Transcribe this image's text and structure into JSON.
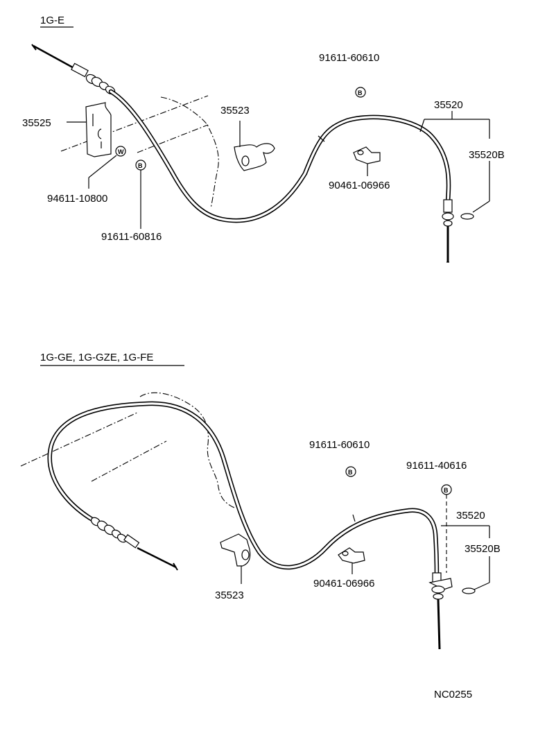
{
  "diagram_code": "NC0255",
  "sections": [
    {
      "title": "1G-E",
      "labels": {
        "p35525": "35525",
        "p35523": "35523",
        "p35520": "35520",
        "p35520B": "35520B",
        "p94611": "94611-10800",
        "p91611a": "91611-60610",
        "p91611b": "91611-60816",
        "p90461": "90461-06966"
      },
      "markers": {
        "W": "W",
        "B": "B"
      }
    },
    {
      "title": "1G-GE, 1G-GZE, 1G-FE",
      "labels": {
        "p91611a": "91611-60610",
        "p91611c": "91611-40616",
        "p35520": "35520",
        "p35520B": "35520B",
        "p35523": "35523",
        "p90461": "90461-06966"
      },
      "markers": {
        "B": "B"
      }
    }
  ]
}
